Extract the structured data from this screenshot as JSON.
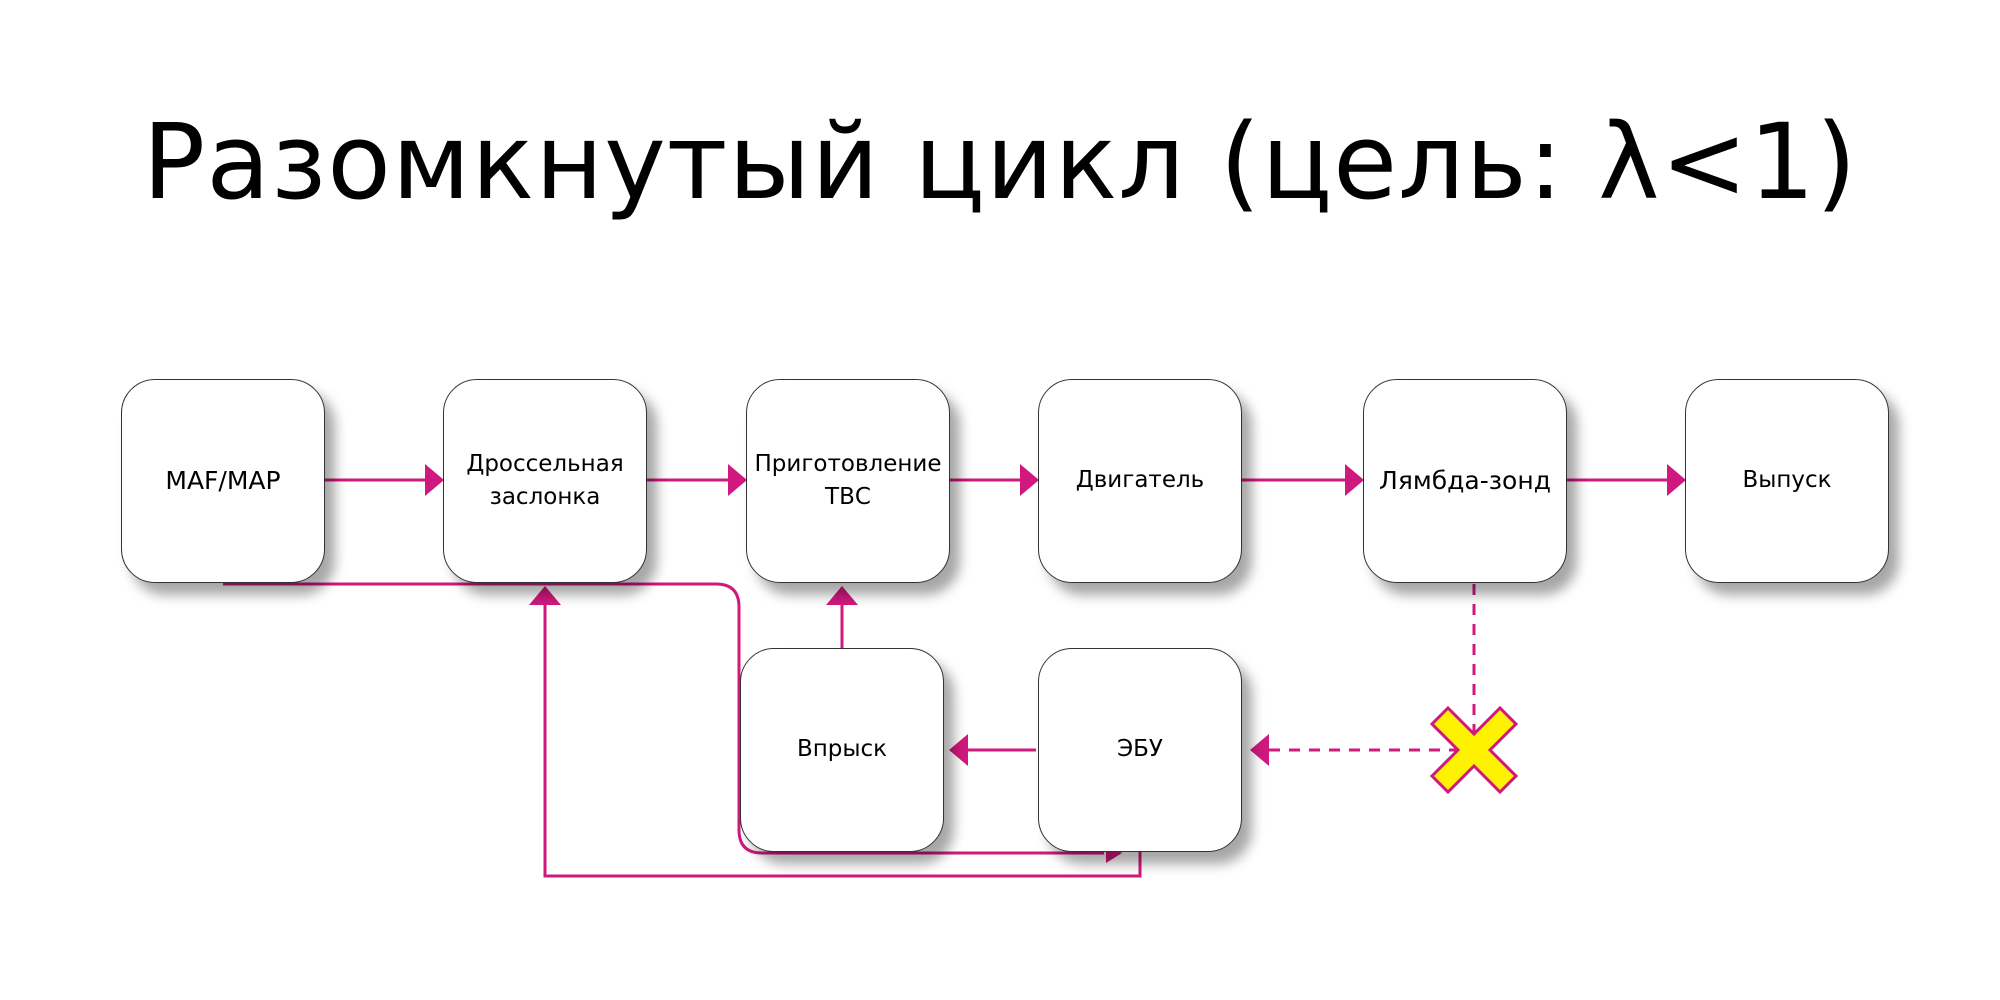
{
  "title": "Разомкнутый цикл (цель: λ<1)",
  "colors": {
    "arrow": "#D0197E",
    "cross_fill": "#FFF200",
    "cross_stroke": "#D0197E",
    "box_border": "#333333",
    "text": "#000000"
  },
  "nodes": {
    "maf_map": "MAF/MAP",
    "throttle": "Дроссельная\nзаслонка",
    "mixture": "Приготовление\nТВС",
    "engine": "Двигатель",
    "lambda": "Лямбда-зонд",
    "exhaust": "Выпуск",
    "injection": "Впрыск",
    "ecu": "ЭБУ"
  },
  "edges": [
    {
      "from": "maf_map",
      "to": "throttle",
      "style": "solid"
    },
    {
      "from": "throttle",
      "to": "mixture",
      "style": "solid"
    },
    {
      "from": "mixture",
      "to": "engine",
      "style": "solid"
    },
    {
      "from": "engine",
      "to": "lambda",
      "style": "solid"
    },
    {
      "from": "lambda",
      "to": "exhaust",
      "style": "solid"
    },
    {
      "from": "injection",
      "to": "mixture",
      "style": "solid"
    },
    {
      "from": "ecu",
      "to": "injection",
      "style": "solid"
    },
    {
      "from": "maf_map",
      "to": "ecu",
      "style": "solid"
    },
    {
      "from": "ecu",
      "to": "throttle",
      "style": "solid"
    },
    {
      "from": "lambda",
      "to": "ecu",
      "style": "dashed",
      "blocked": true
    }
  ]
}
